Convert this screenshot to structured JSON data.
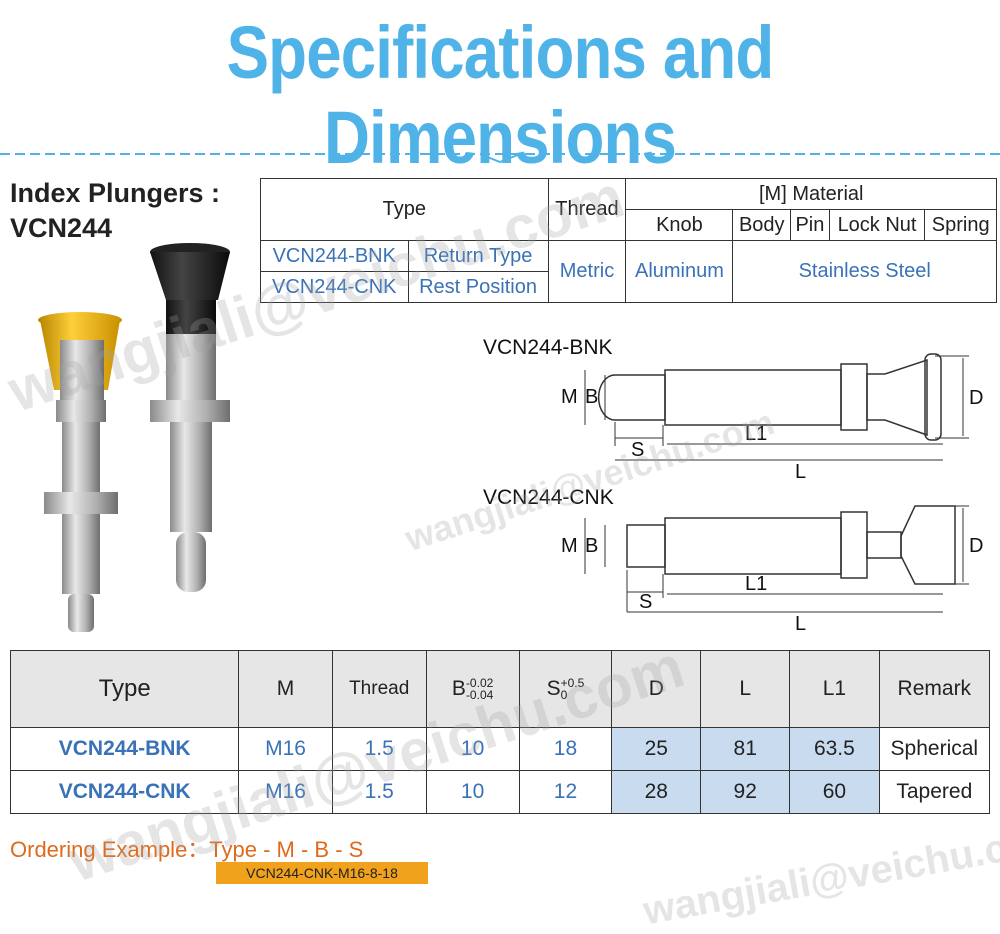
{
  "title": "Specifications and Dimensions",
  "heading": {
    "line1": "Index Plungers :",
    "line2": "VCN244"
  },
  "spec_table": {
    "type_header": "Type",
    "thread_header": "Thread",
    "material_header": "[M] Material",
    "material_columns": [
      "Knob",
      "Body",
      "Pin",
      "Lock Nut",
      "Spring"
    ],
    "rows": [
      {
        "model": "VCN244-BNK",
        "desc": "Return Type"
      },
      {
        "model": "VCN244-CNK",
        "desc": "Rest Position"
      }
    ],
    "thread_value": "Metric",
    "knob_value": "Aluminum",
    "other_value": "Stainless Steel"
  },
  "drawings": {
    "bnk": {
      "label": "VCN244-BNK",
      "dims": {
        "m": "M",
        "b": "B",
        "d": "D",
        "s": "S",
        "l1": "L1",
        "l": "L"
      }
    },
    "cnk": {
      "label": "VCN244-CNK",
      "dims": {
        "m": "M",
        "b": "B",
        "d": "D",
        "s": "S",
        "l1": "L1",
        "l": "L"
      }
    }
  },
  "dim_table": {
    "headers": {
      "type": "Type",
      "m": "M",
      "thread": "Thread",
      "b": "B",
      "b_tol_upper": "-0.02",
      "b_tol_lower": "-0.04",
      "s": "S",
      "s_tol_upper": "+0.5",
      "s_tol_lower": "0",
      "d": "D",
      "l": "L",
      "l1": "L1",
      "remark": "Remark"
    },
    "rows": [
      {
        "type": "VCN244-BNK",
        "m": "M16",
        "thread": "1.5",
        "b": "10",
        "s": "18",
        "d": "25",
        "l": "81",
        "l1": "63.5",
        "remark": "Spherical"
      },
      {
        "type": "VCN244-CNK",
        "m": "M16",
        "thread": "1.5",
        "b": "10",
        "s": "12",
        "d": "28",
        "l": "92",
        "l1": "60",
        "remark": "Tapered"
      }
    ]
  },
  "ordering": {
    "label": "Ordering Example：Type - M - B - S",
    "example": "VCN244-CNK-M16-8-18"
  },
  "watermarks": [
    "wangjiali@veichu.com",
    "wangjiali@veichu.com",
    "wangjiali@veichu.com",
    "wangjiali@veichu.com"
  ],
  "colors": {
    "title": "#4fb3e8",
    "accent_blue": "#3a72b7",
    "highlight": "#c9dbef",
    "order": "#e06a1c",
    "example_bg": "#f0a21c"
  }
}
